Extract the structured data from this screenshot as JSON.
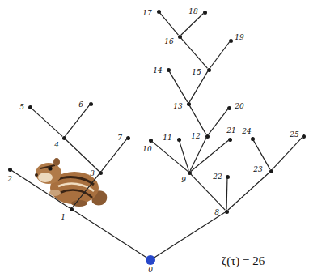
{
  "diagram": {
    "nodes": [
      {
        "text": [
          "0"
        ]
      },
      {
        "text": [
          "1"
        ]
      },
      {
        "text": [
          "2"
        ]
      },
      {
        "text": [
          "3"
        ]
      },
      {
        "text": [
          "4"
        ]
      },
      {
        "text": [
          "5"
        ]
      },
      {
        "text": [
          "6"
        ]
      },
      {
        "text": [
          "7"
        ]
      },
      {
        "text": [
          "8"
        ]
      },
      {
        "text": [
          "9"
        ]
      },
      {
        "text": [
          "10"
        ]
      },
      {
        "text": [
          "11"
        ]
      },
      {
        "text": [
          "12"
        ]
      },
      {
        "text": [
          "13"
        ]
      },
      {
        "text": [
          "14"
        ]
      },
      {
        "text": [
          "15"
        ]
      },
      {
        "text": [
          "16"
        ]
      },
      {
        "text": [
          "17"
        ]
      },
      {
        "text": [
          "18"
        ]
      },
      {
        "text": [
          "19"
        ]
      },
      {
        "text": [
          "20"
        ]
      },
      {
        "text": [
          "21"
        ]
      },
      {
        "text": [
          "22"
        ]
      },
      {
        "text": [
          "23"
        ]
      },
      {
        "text": [
          "24"
        ]
      },
      {
        "text": [
          "25"
        ]
      }
    ],
    "edges": [
      {
        "from": 0,
        "to": 1,
        "arrow": "none"
      },
      {
        "from": 0,
        "to": 8,
        "arrow": "none"
      },
      {
        "from": 1,
        "to": 2,
        "arrow": "none"
      },
      {
        "from": 1,
        "to": 3,
        "arrow": "none"
      },
      {
        "from": 3,
        "to": 4,
        "arrow": "none"
      },
      {
        "from": 3,
        "to": 7,
        "arrow": "none"
      },
      {
        "from": 4,
        "to": 5,
        "arrow": "none"
      },
      {
        "from": 4,
        "to": 6,
        "arrow": "none"
      },
      {
        "from": 8,
        "to": 9,
        "arrow": "none"
      },
      {
        "from": 8,
        "to": 22,
        "arrow": "none"
      },
      {
        "from": 8,
        "to": 23,
        "arrow": "none"
      },
      {
        "from": 9,
        "to": 10,
        "arrow": "none"
      },
      {
        "from": 9,
        "to": 11,
        "arrow": "none"
      },
      {
        "from": 9,
        "to": 12,
        "arrow": "none"
      },
      {
        "from": 9,
        "to": 21,
        "arrow": "none"
      },
      {
        "from": 12,
        "to": 13,
        "arrow": "none"
      },
      {
        "from": 12,
        "to": 20,
        "arrow": "none"
      },
      {
        "from": 13,
        "to": 14,
        "arrow": "none"
      },
      {
        "from": 13,
        "to": 15,
        "arrow": "none"
      },
      {
        "from": 15,
        "to": 16,
        "arrow": "none"
      },
      {
        "from": 15,
        "to": 19,
        "arrow": "none"
      },
      {
        "from": 16,
        "to": 17,
        "arrow": "none"
      },
      {
        "from": 16,
        "to": 18,
        "arrow": "none"
      },
      {
        "from": 23,
        "to": 24,
        "arrow": "none"
      },
      {
        "from": 23,
        "to": 25,
        "arrow": "none"
      }
    ],
    "labels": [
      "ζ(τ) = 26"
    ]
  }
}
